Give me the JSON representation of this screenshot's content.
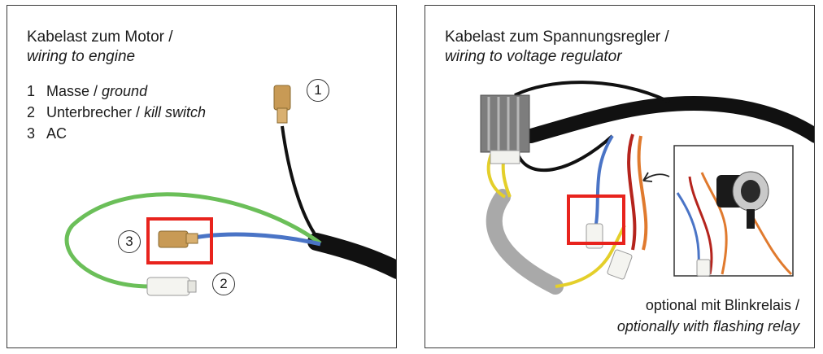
{
  "left_panel": {
    "title_de": "Kabelast zum Motor /",
    "title_en": "wiring to engine",
    "legend": [
      {
        "num": "1",
        "de": "Masse / ",
        "en": "ground"
      },
      {
        "num": "2",
        "de": "Unterbrecher / ",
        "en": "kill switch"
      },
      {
        "num": "3",
        "de": "AC",
        "en": ""
      }
    ],
    "markers": [
      "1",
      "3",
      "2"
    ]
  },
  "right_panel": {
    "title_de": "Kabelast zum Spannungsregler /",
    "title_en": "wiring to voltage regulator",
    "note_de": "optional mit Blinkrelais /",
    "note_en": "optionally with flashing relay"
  },
  "colors": {
    "highlight": "#e8231d",
    "wire_green": "#6bbf59",
    "wire_blue": "#4a74c6",
    "wire_black": "#111111",
    "wire_orange": "#e07a2e",
    "wire_red": "#b5241d",
    "wire_yellow": "#e4cf2a",
    "sleeve_grey": "#a9a9a9",
    "connector_brass": "#c89a55"
  }
}
